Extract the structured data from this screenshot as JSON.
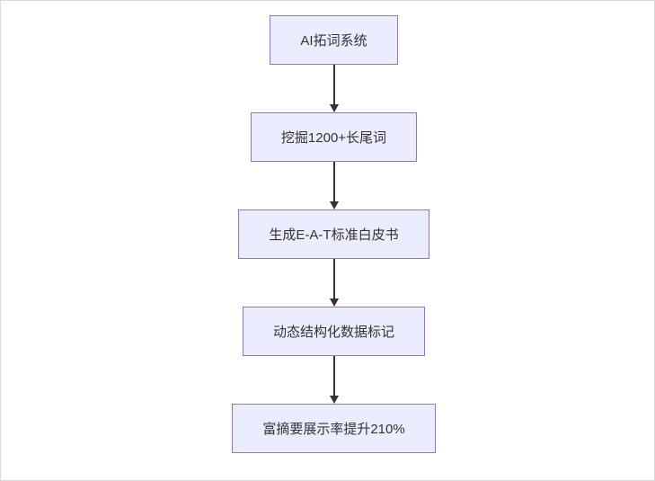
{
  "diagram": {
    "type": "flowchart",
    "direction": "top-down",
    "colors": {
      "node_fill": "#ececff",
      "node_border": "#9370db",
      "edge_color": "#333333",
      "text_color": "#333333",
      "background": "#ffffff"
    },
    "nodes": [
      {
        "id": "A",
        "label": "AI拓词系统"
      },
      {
        "id": "B",
        "label": "挖掘1200+长尾词"
      },
      {
        "id": "C",
        "label": "生成E-A-T标准白皮书"
      },
      {
        "id": "D",
        "label": "动态结构化数据标记"
      },
      {
        "id": "E",
        "label": "富摘要展示率提升210%"
      }
    ],
    "edges": [
      {
        "from": "A",
        "to": "B"
      },
      {
        "from": "B",
        "to": "C"
      },
      {
        "from": "C",
        "to": "D"
      },
      {
        "from": "D",
        "to": "E"
      }
    ]
  }
}
